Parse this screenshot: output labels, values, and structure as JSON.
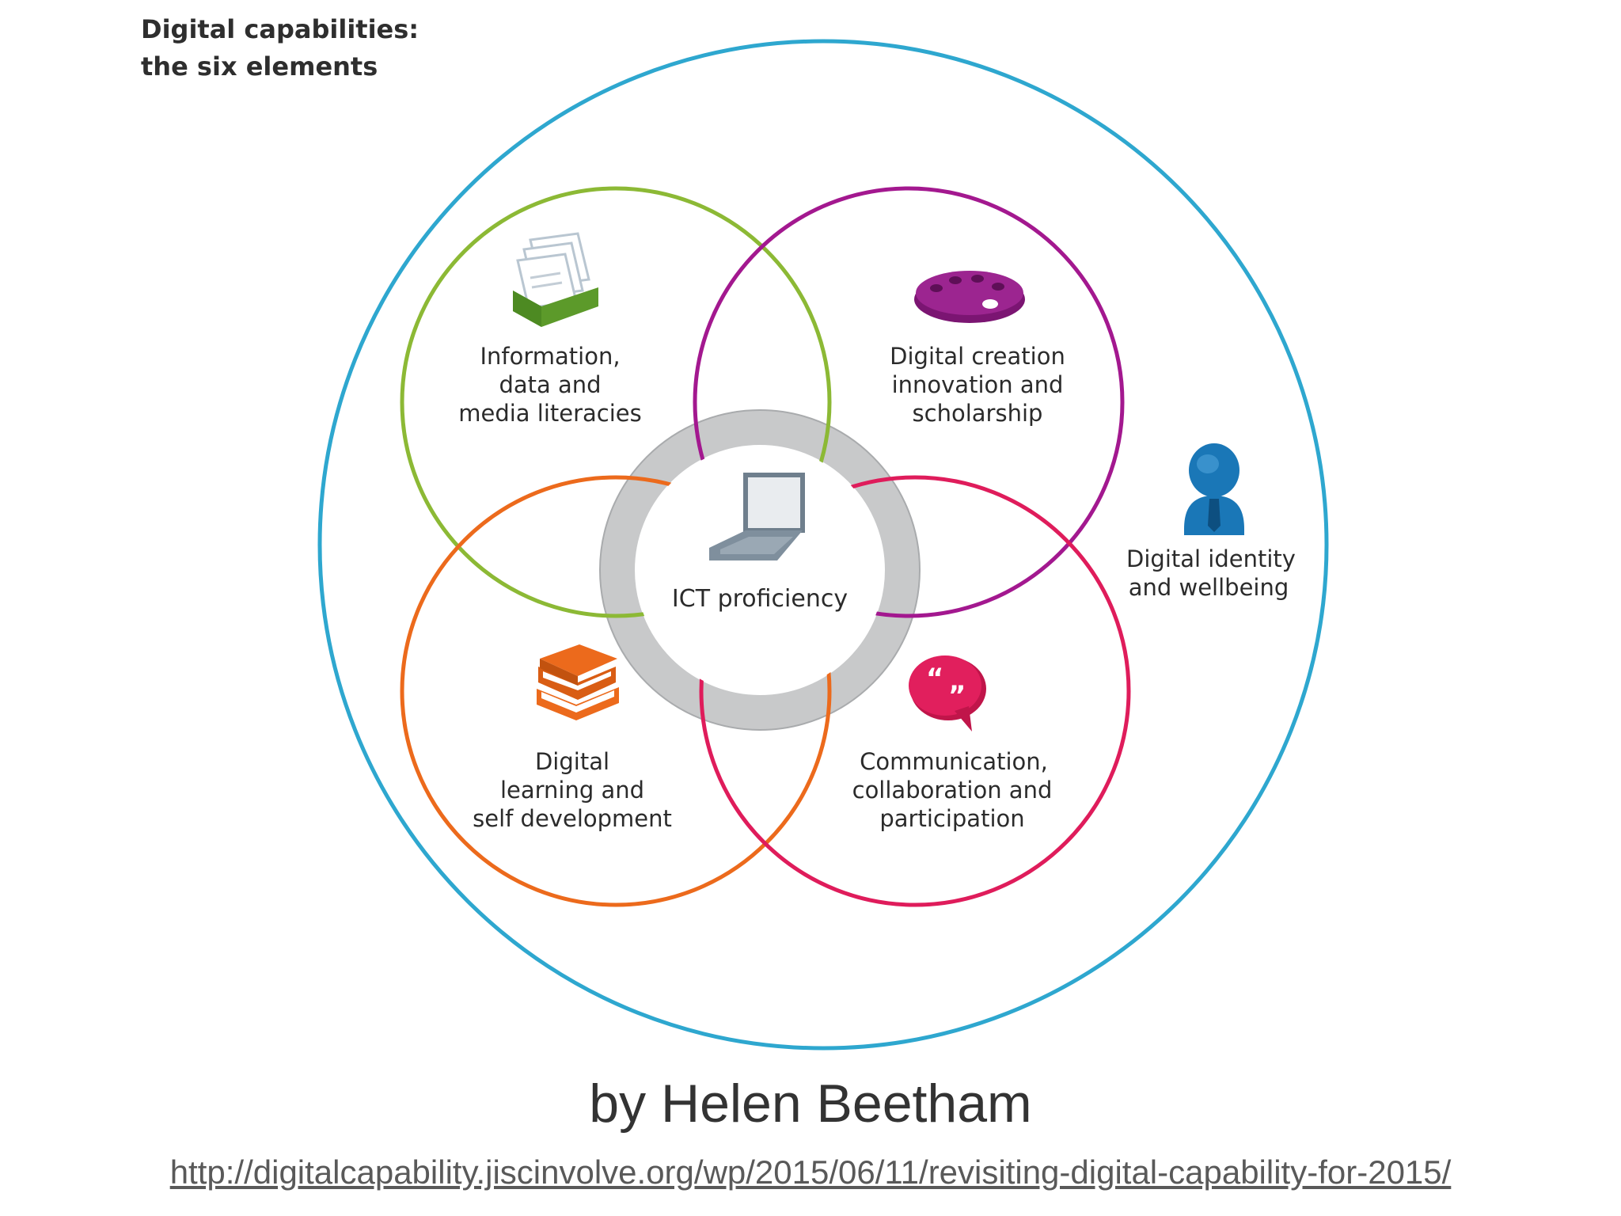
{
  "diagram": {
    "title_line1": "Digital capabilities:",
    "title_line2": "the six elements",
    "center": {
      "label": "ICT proficiency",
      "icon": "laptop-icon"
    },
    "outer": {
      "line1": "Digital identity",
      "line2": "and wellbeing",
      "icon": "person-icon"
    },
    "elements": [
      {
        "key": "information",
        "line1": "Information,",
        "line2": "data and",
        "line3": "media literacies",
        "icon": "file-box-icon",
        "color": "#8cb935"
      },
      {
        "key": "creation",
        "line1": "Digital creation",
        "line2": "innovation and",
        "line3": "scholarship",
        "icon": "palette-icon",
        "color": "#a3188f"
      },
      {
        "key": "learning",
        "line1": "Digital",
        "line2": "learning and",
        "line3": "self development",
        "icon": "books-icon",
        "color": "#ec6a1c"
      },
      {
        "key": "communication",
        "line1": "Communication,",
        "line2": "collaboration and",
        "line3": "participation",
        "icon": "speech-bubble-icon",
        "color": "#df1c5b"
      }
    ],
    "colors": {
      "outer_ring": "#2ea7cf",
      "center_ring": "#c8c9ca",
      "laptop": "#7f8f9d",
      "person": "#1a77b7"
    }
  },
  "byline": "by Helen Beetham",
  "source_url": "http://digitalcapability.jiscinvolve.org/wp/2015/06/11/revisiting-digital-capability-for-2015/"
}
